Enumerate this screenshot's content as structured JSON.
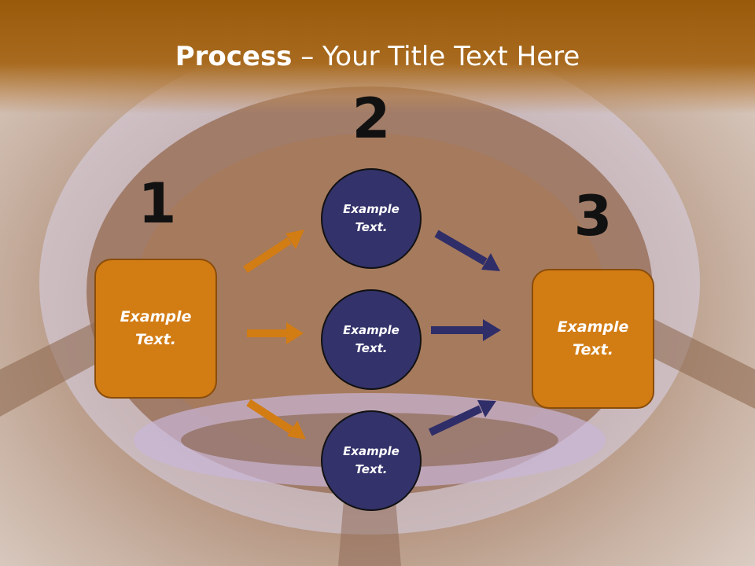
{
  "title": {
    "bold": "Process",
    "rest": " – Your Title Text Here"
  },
  "steps": [
    "1",
    "2",
    "3"
  ],
  "left_box": "Example\nText.",
  "right_box": "Example\nText.",
  "circles": [
    "Example\nText.",
    "Example\nText.",
    "Example\nText."
  ],
  "colors": {
    "orange": "#d27c14",
    "navy": "#33326a",
    "title_bar": "#9a5a0c"
  }
}
